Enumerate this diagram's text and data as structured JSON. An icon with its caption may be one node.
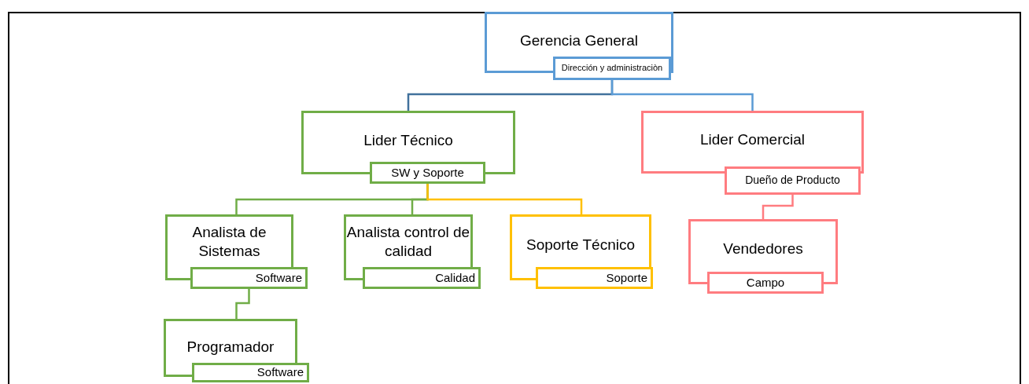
{
  "diagram": {
    "nodes": [
      {
        "text": [
          "Gerencia General",
          "Dirección y administraciòn"
        ]
      },
      {
        "text": [
          "Lider Técnico",
          "SW y Soporte"
        ]
      },
      {
        "text": [
          "Lider Comercial",
          "Dueño de Producto"
        ]
      },
      {
        "text": [
          "Analista de Sistemas",
          "Software"
        ]
      },
      {
        "text": [
          "Analista control de calidad",
          "Calidad"
        ]
      },
      {
        "text": [
          "Soporte Técnico",
          "Soporte"
        ]
      },
      {
        "text": [
          "Programador",
          "Software"
        ]
      },
      {
        "text": [
          "Vendedores",
          "Campo"
        ]
      }
    ],
    "edges": [
      {
        "from": 0,
        "to": 1,
        "arrow": "none",
        "color": "#41719c"
      },
      {
        "from": 0,
        "to": 2,
        "arrow": "none",
        "color": "#5b9bd5"
      },
      {
        "from": 1,
        "to": 3,
        "arrow": "none"
      },
      {
        "from": 1,
        "to": 4,
        "arrow": "none"
      },
      {
        "from": 1,
        "to": 5,
        "arrow": "none",
        "color": "#ffc000"
      },
      {
        "from": 3,
        "to": 6,
        "arrow": "none"
      },
      {
        "from": 2,
        "to": 7,
        "arrow": "none",
        "color": "#ff7c80"
      }
    ]
  }
}
